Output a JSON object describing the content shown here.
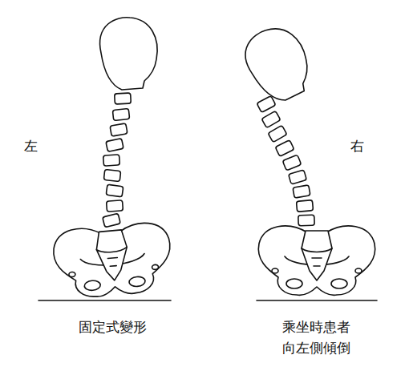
{
  "diagram": {
    "labels": [
      "左",
      "右",
      "固定式變形",
      "乘坐時患者 向左側傾倒"
    ]
  }
}
